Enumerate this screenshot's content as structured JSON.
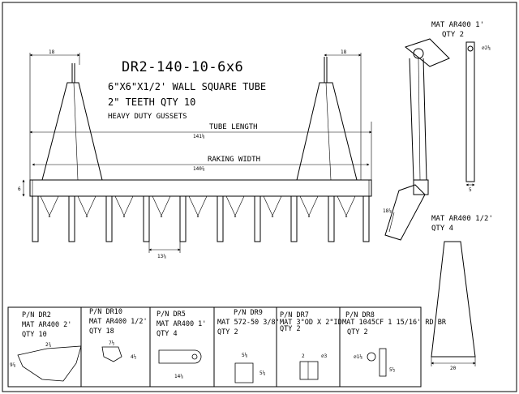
{
  "drawing": {
    "title": "DR2-140-10-6x6",
    "subtitle_1": "6\"X6\"X1/2' WALL SQUARE TUBE",
    "subtitle_2": "2\" TEETH QTY 10",
    "subtitle_3": "HEAVY DUTY GUSSETS"
  },
  "dimensions": {
    "gusset_width_left": "18",
    "gusset_width_right": "18",
    "tube_length_label": "TUBE LENGTH",
    "tube_length_value": "141⅛",
    "raking_width_label": "RAKING WIDTH",
    "raking_width_value": "140⅞",
    "tube_height": "6",
    "tooth_spacing": "13⅞",
    "arm_length": "18⅞",
    "rod_width": "5",
    "rod_diameter": "⌀2⅛",
    "plate_width": "20"
  },
  "callouts": {
    "arm_material": "MAT AR400 1'",
    "arm_qty": "QTY 2",
    "plate_material": "MAT AR400  1/2'",
    "plate_qty": "QTY 4"
  },
  "parts": [
    {
      "pn": "P/N DR2",
      "mat": "MAT AR400  2'",
      "qty": "QTY 10",
      "d1": "2¾",
      "d2": "9⅞"
    },
    {
      "pn": "P/N DR10",
      "mat": "MAT AR400 1/2'",
      "qty": "QTY 18",
      "d1": "7½",
      "d2": "4½"
    },
    {
      "pn": "P/N DR5",
      "mat": "MAT AR400 1'",
      "qty": "QTY 4",
      "d1": "14⅞",
      "d2": ""
    },
    {
      "pn": "P/N DR9",
      "mat": "MAT 572-50 3/8'",
      "qty": "QTY 2",
      "d1": "5⅛",
      "d2": "5¼"
    },
    {
      "pn": "P/N DR7",
      "mat": "MAT 3\"OD X 2\"ID",
      "qty": "QTY 2",
      "d1": "2",
      "d2": "⌀3"
    },
    {
      "pn": "P/N DR8",
      "mat": "MAT 1045CF 1 15/16' RD BR",
      "qty": "QTY 2",
      "d1": "⌀1⅛",
      "d2": "5½"
    }
  ]
}
